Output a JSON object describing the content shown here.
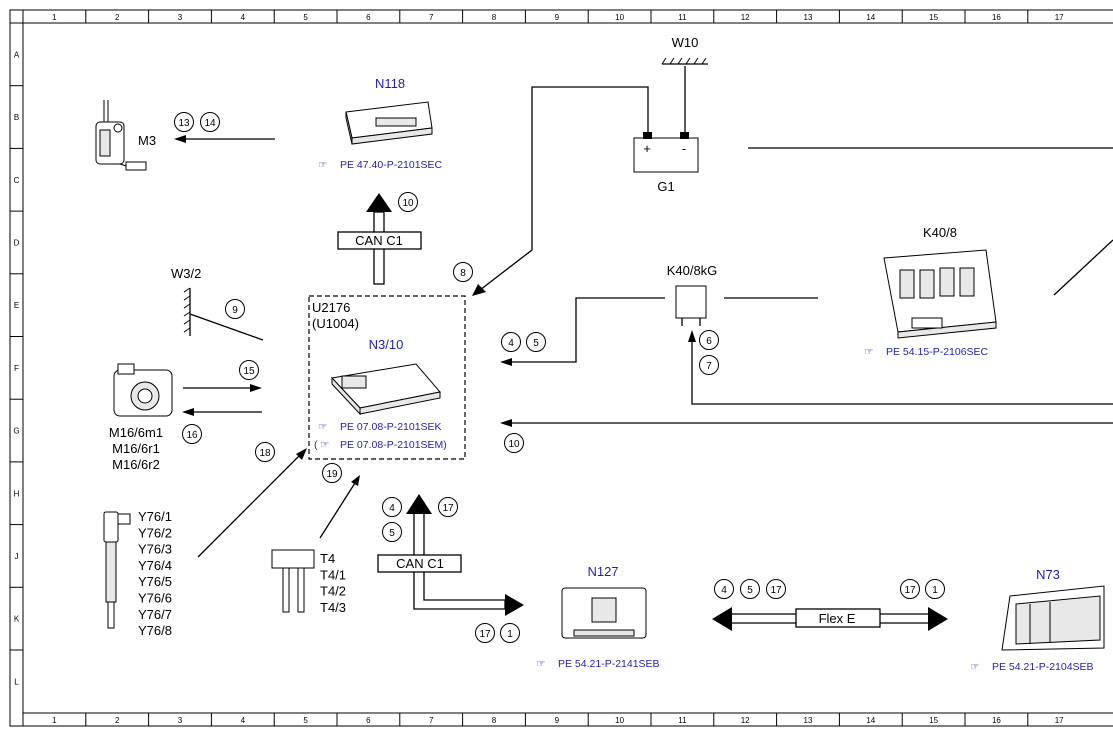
{
  "grid": {
    "columns": [
      "1",
      "2",
      "3",
      "4",
      "5",
      "6",
      "7",
      "8",
      "9",
      "10",
      "11",
      "12",
      "13",
      "14",
      "15",
      "16",
      "17"
    ],
    "rows": [
      "A",
      "B",
      "C",
      "D",
      "E",
      "F",
      "G",
      "H",
      "J",
      "K",
      "L"
    ]
  },
  "components": {
    "m3": {
      "label": "M3"
    },
    "n118": {
      "label": "N118",
      "ref": "PE 47.40-P-2101SEC"
    },
    "w10": {
      "label": "W10"
    },
    "g1": {
      "label": "G1",
      "plus": "+",
      "minus": "-"
    },
    "w3_2": {
      "label": "W3/2"
    },
    "k40_8kg": {
      "label": "K40/8kG"
    },
    "k40_8": {
      "label": "K40/8",
      "ref": "PE 54.15-P-2106SEC"
    },
    "u2176": {
      "label": "U2176",
      "sub": "(U1004)"
    },
    "n3_10": {
      "label": "N3/10",
      "ref1": "PE 07.08-P-2101SEK",
      "ref2_open": "(",
      "ref2": "PE 07.08-P-2101SEM)"
    },
    "m16": {
      "lines": [
        "M16/6m1",
        "M16/6r1",
        "M16/6r2"
      ]
    },
    "y76": {
      "lines": [
        "Y76/1",
        "Y76/2",
        "Y76/3",
        "Y76/4",
        "Y76/5",
        "Y76/6",
        "Y76/7",
        "Y76/8"
      ]
    },
    "t4": {
      "lines": [
        "T4",
        "T4/1",
        "T4/2",
        "T4/3"
      ]
    },
    "n127": {
      "label": "N127",
      "ref": "PE 54.21-P-2141SEB"
    },
    "n73": {
      "label": "N73",
      "ref": "PE 54.21-P-2104SEB"
    }
  },
  "buses": {
    "can_upper": "CAN C1",
    "can_lower": "CAN C1",
    "flex": "Flex E"
  },
  "callouts": {
    "c13": "13",
    "c14": "14",
    "c10a": "10",
    "c8": "8",
    "c9": "9",
    "c4a": "4",
    "c5a": "5",
    "c6": "6",
    "c7": "7",
    "c15": "15",
    "c16": "16",
    "c10b": "10",
    "c18": "18",
    "c19": "19",
    "c4b": "4",
    "c17a": "17",
    "c5b": "5",
    "c17b": "17",
    "c1a": "1",
    "c4c": "4",
    "c5c": "5",
    "c17c": "17",
    "c17d": "17",
    "c1b": "1"
  },
  "icons": {
    "ref_marker": "pointing-hand-icon"
  }
}
